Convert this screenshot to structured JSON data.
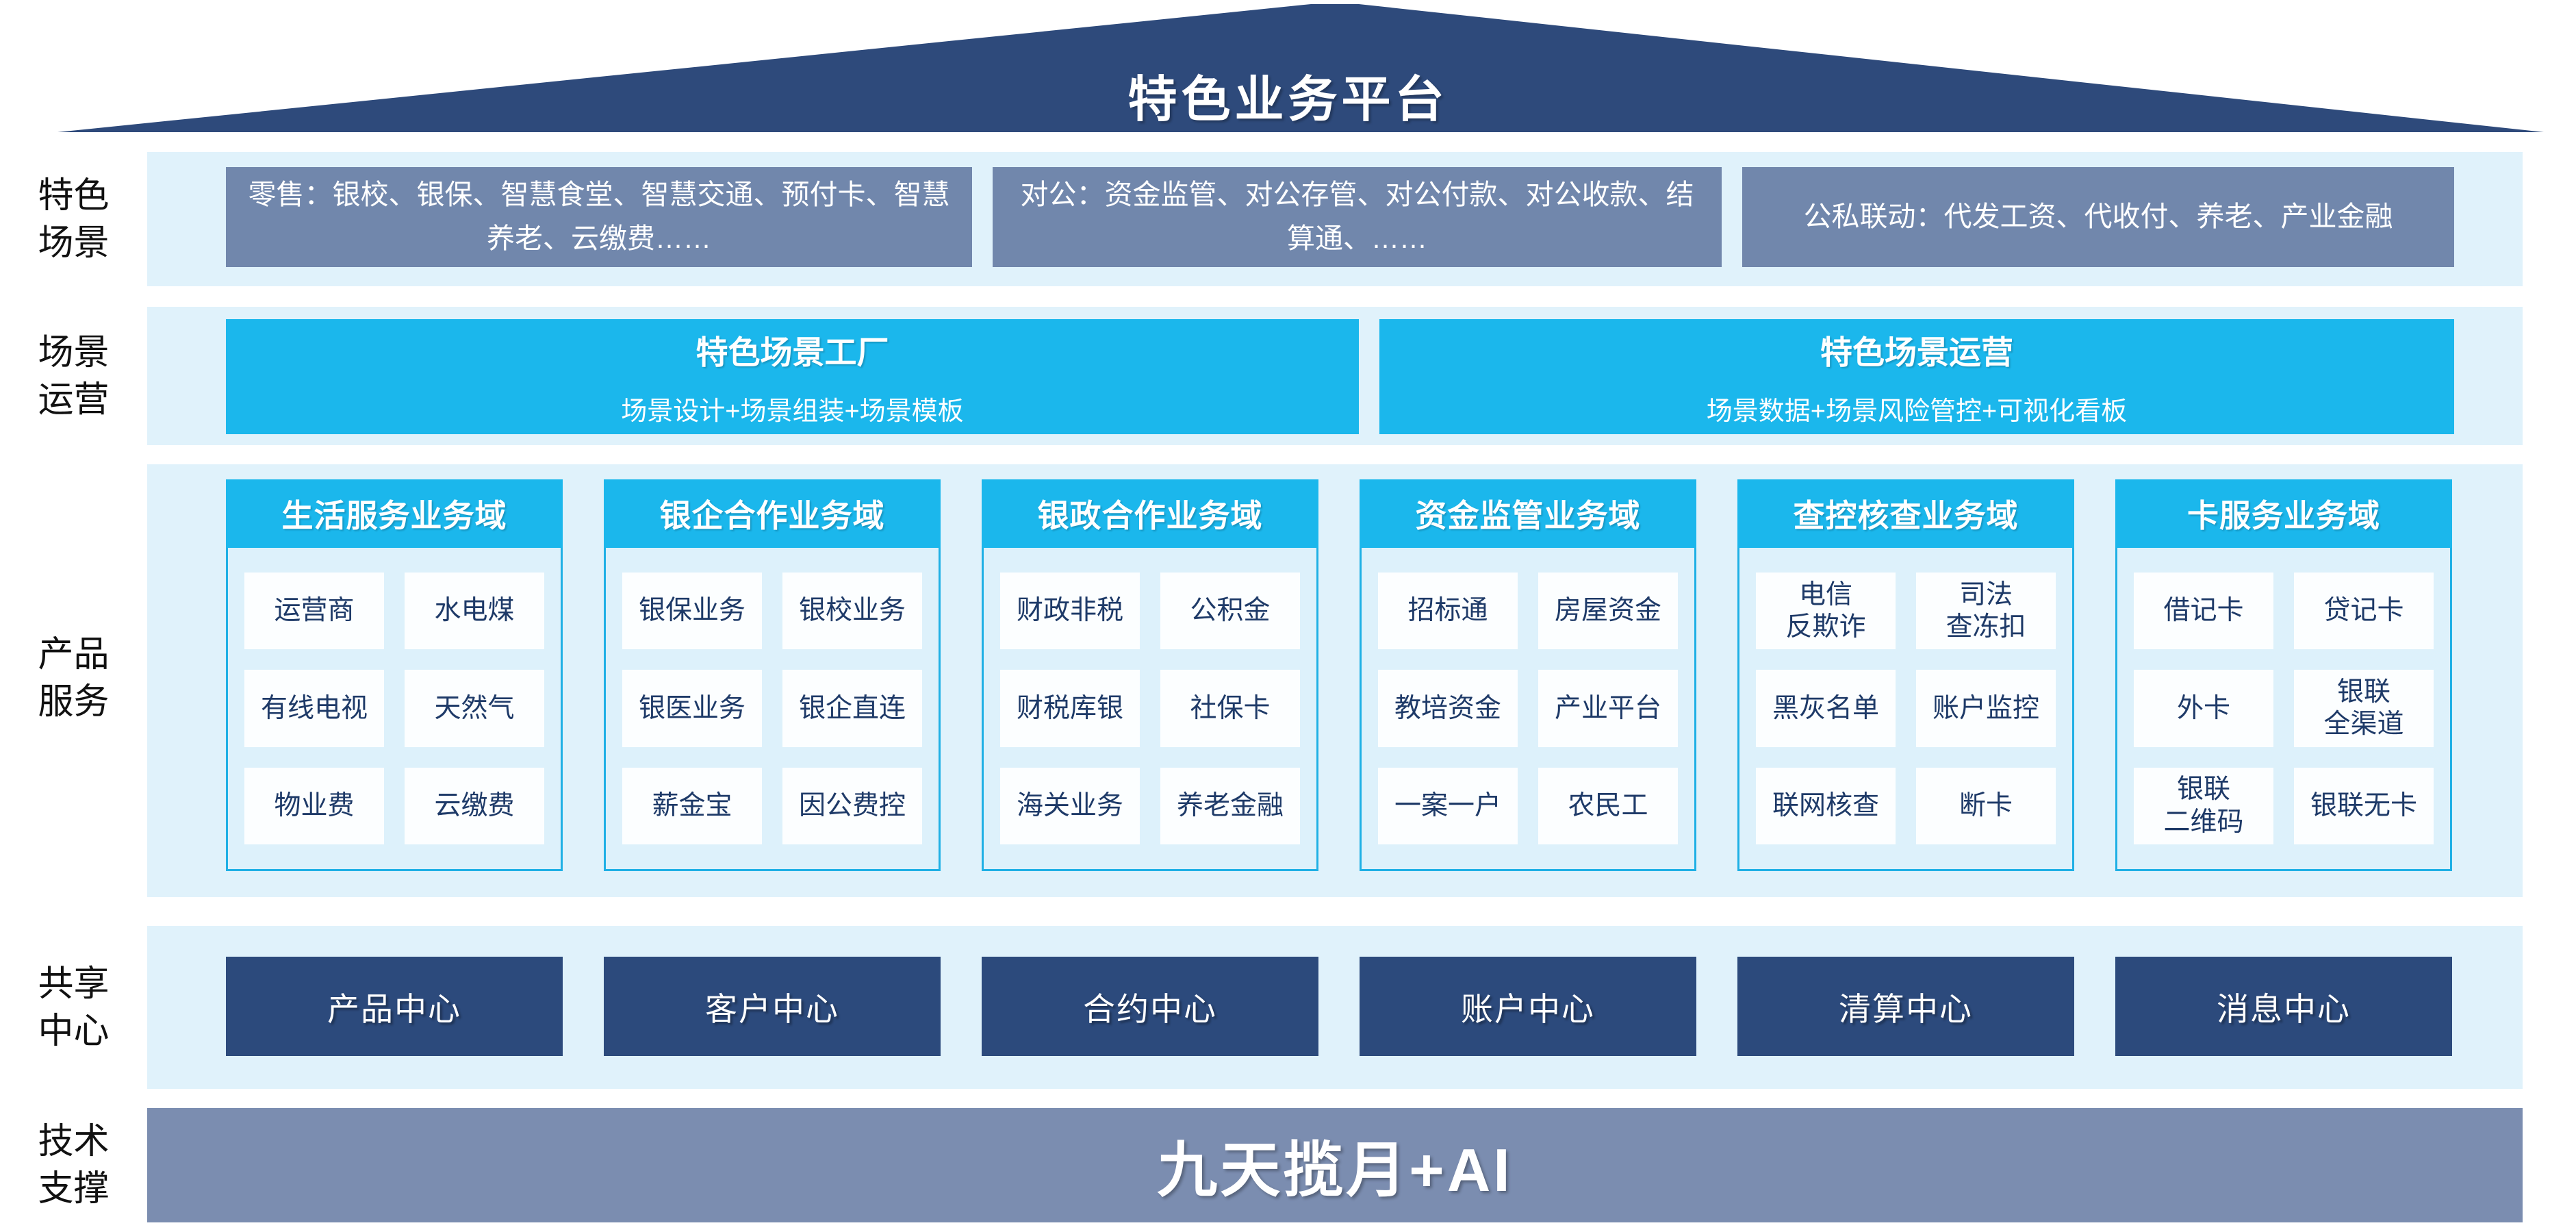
{
  "title": "特色业务平台",
  "colors": {
    "roof": "#2e4a7b",
    "band": "#e0f2fb",
    "gray_box": "#7187ac",
    "cyan": "#1bb7ec",
    "cyan_border": "#1fb0e5",
    "column_body": "#ddf1fb",
    "chip_bg": "#fcfeff",
    "chip_text": "#1e3a68",
    "center_box": "#2c4a7c",
    "tech_bar": "#7b8db0",
    "label_text": "#111111"
  },
  "side_labels": {
    "scene": "特色\n场景",
    "operation": "场景\n运营",
    "product": "产品\n服务",
    "share": "共享\n中心",
    "tech": "技术\n支撑"
  },
  "scene_row": {
    "boxes": [
      "零售：银校、银保、智慧食堂、智慧交通、预付卡、智慧养老、云缴费……",
      "对公：资金监管、对公存管、对公付款、对公收款、结算通、……",
      "公私联动：代发工资、代收付、养老、产业金融"
    ]
  },
  "operation_row": {
    "boxes": [
      {
        "title": "特色场景工厂",
        "subtitle": "场景设计+场景组装+场景模板"
      },
      {
        "title": "特色场景运营",
        "subtitle": "场景数据+场景风险管控+可视化看板"
      }
    ]
  },
  "product_row": {
    "columns": [
      {
        "header": "生活服务业务域",
        "items": [
          "运营商",
          "水电煤",
          "有线电视",
          "天然气",
          "物业费",
          "云缴费"
        ]
      },
      {
        "header": "银企合作业务域",
        "items": [
          "银保业务",
          "银校业务",
          "银医业务",
          "银企直连",
          "薪金宝",
          "因公费控"
        ]
      },
      {
        "header": "银政合作业务域",
        "items": [
          "财政非税",
          "公积金",
          "财税库银",
          "社保卡",
          "海关业务",
          "养老金融"
        ]
      },
      {
        "header": "资金监管业务域",
        "items": [
          "招标通",
          "房屋资金",
          "教培资金",
          "产业平台",
          "一案一户",
          "农民工"
        ]
      },
      {
        "header": "查控核查业务域",
        "items": [
          "电信\n反欺诈",
          "司法\n查冻扣",
          "黑灰名单",
          "账户监控",
          "联网核查",
          "断卡"
        ]
      },
      {
        "header": "卡服务业务域",
        "items": [
          "借记卡",
          "贷记卡",
          "外卡",
          "银联\n全渠道",
          "银联\n二维码",
          "银联无卡"
        ]
      }
    ]
  },
  "share_row": {
    "boxes": [
      "产品中心",
      "客户中心",
      "合约中心",
      "账户中心",
      "清算中心",
      "消息中心"
    ]
  },
  "tech_row": {
    "bar": "九天揽月+AI"
  }
}
